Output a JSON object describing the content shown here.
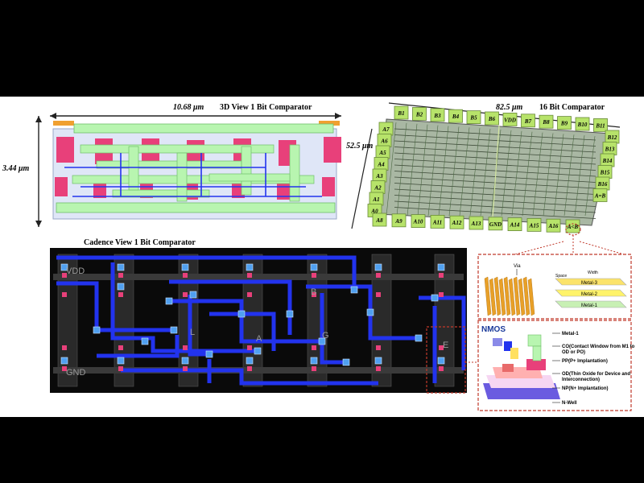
{
  "panels": {
    "view3d": {
      "title": "3D View 1 Bit Comparator",
      "width_dim": "10.68 μm",
      "height_dim": "3.44 μm"
    },
    "chip16": {
      "title": "16 Bit Comparator",
      "width_dim": "82.5 μm",
      "height_dim": "52.5 μm",
      "top_pads": [
        "B1",
        "B2",
        "B3",
        "B4",
        "B5",
        "B6",
        "VDD",
        "B7",
        "B8",
        "B9",
        "B10",
        "B11"
      ],
      "left_pads": [
        "A7",
        "A6",
        "A5",
        "A4",
        "A3",
        "A2",
        "A1",
        "A0"
      ],
      "right_pads": [
        "B12",
        "B13",
        "B14",
        "B15",
        "B16",
        "A=B"
      ],
      "bottom_pads": [
        "A8",
        "A9",
        "A10",
        "A11",
        "A12",
        "A13",
        "GND",
        "A14",
        "A15",
        "A16",
        "A<B"
      ],
      "pad_color": "#b7e36a"
    },
    "cadence": {
      "title": "Cadence View 1 Bit Comparator",
      "labels": [
        "VDD",
        "GND",
        "A",
        "B",
        "G",
        "L",
        "E"
      ]
    },
    "stack": {
      "via_label": "Via",
      "space_label": "Space",
      "width_label": "Width",
      "layers": [
        "Metal-3",
        "Metal-2",
        "Metal-1"
      ],
      "layer_colors": [
        "#fbe36a",
        "#fff36a",
        "#c8f0b4"
      ]
    },
    "nmos": {
      "title": "NMOS",
      "legend": [
        "Metal-1",
        "CO(Contact Window from M1 to OD or PO)",
        "PP(P+ Implantation)",
        "OD(Thin Oxide for Device and Interconnection)",
        "NP(N+ Implantation)",
        "N-Well"
      ]
    }
  },
  "colors": {
    "metal_green": "#b8f5b0",
    "magenta": "#e8407a",
    "blue_metal": "#2233ee",
    "orange": "#f0a030",
    "cadence_bg": "#0a0a0a"
  }
}
